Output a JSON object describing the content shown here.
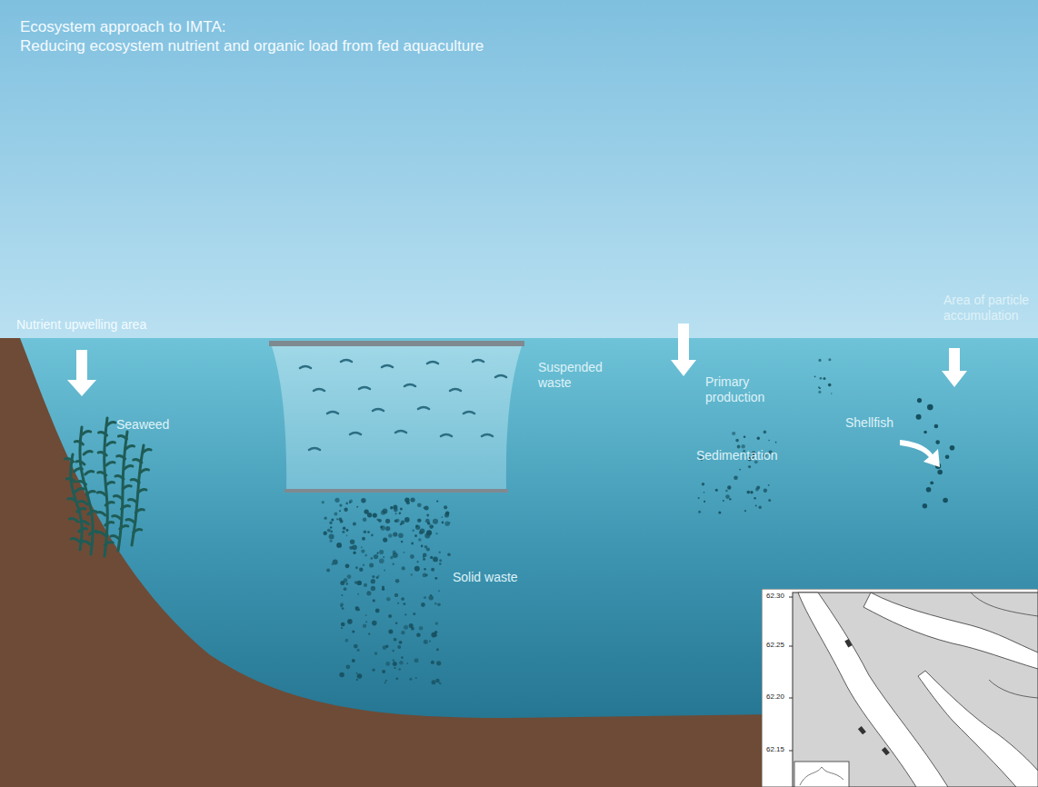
{
  "diagram": {
    "title": "Ecosystem approach to IMTA:",
    "labels": [
      "Reducing ecosystem nutrient and organic load from fed aquaculture",
      "Nutrient upwelling area",
      "Seaweed",
      "Suspended waste",
      "Primary production",
      "Area of particle accumulation",
      "Shellfish",
      "Sedimentation",
      "Solid waste",
      "62.30",
      "62.25",
      "62.20",
      "62.15"
    ]
  }
}
